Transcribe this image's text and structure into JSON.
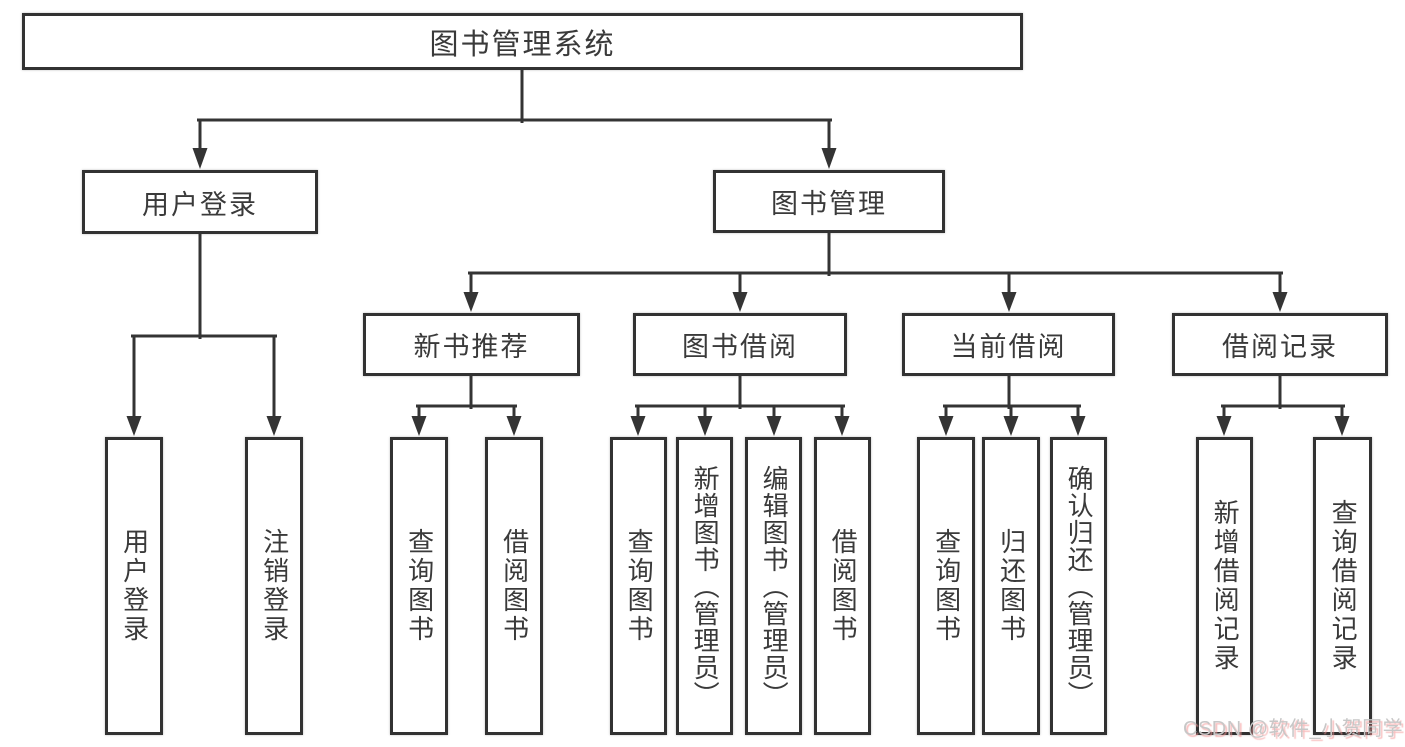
{
  "diagram": {
    "root": {
      "label": "图书管理系统",
      "children": [
        "用户登录",
        "图书管理"
      ]
    },
    "level2": [
      {
        "label": "用户登录",
        "children": [
          "用户登录",
          "注销登录"
        ]
      },
      {
        "label": "图书管理",
        "children": [
          "新书推荐",
          "图书借阅",
          "当前借阅",
          "借阅记录"
        ]
      }
    ],
    "level3": [
      {
        "label": "新书推荐",
        "parent": "图书管理",
        "children": [
          "查询图书",
          "借阅图书"
        ]
      },
      {
        "label": "图书借阅",
        "parent": "图书管理",
        "children": [
          "查询图书",
          "新增图书（管理员）",
          "编辑图书（管理员）",
          "借阅图书"
        ]
      },
      {
        "label": "当前借阅",
        "parent": "图书管理",
        "children": [
          "查询图书",
          "归还图书",
          "确认归还（管理员）"
        ]
      },
      {
        "label": "借阅记录",
        "parent": "图书管理",
        "children": [
          "新增借阅记录",
          "查询借阅记录"
        ]
      }
    ],
    "leaves": [
      {
        "label": "用户登录",
        "parent": "用户登录"
      },
      {
        "label": "注销登录",
        "parent": "用户登录"
      },
      {
        "label": "查询图书",
        "parent": "新书推荐"
      },
      {
        "label": "借阅图书",
        "parent": "新书推荐"
      },
      {
        "label": "查询图书",
        "parent": "图书借阅"
      },
      {
        "label": "新增图书（管理员）",
        "parent": "图书借阅"
      },
      {
        "label": "编辑图书（管理员）",
        "parent": "图书借阅"
      },
      {
        "label": "借阅图书",
        "parent": "图书借阅"
      },
      {
        "label": "查询图书",
        "parent": "当前借阅"
      },
      {
        "label": "归还图书",
        "parent": "当前借阅"
      },
      {
        "label": "确认归还（管理员）",
        "parent": "当前借阅"
      },
      {
        "label": "新增借阅记录",
        "parent": "借阅记录"
      },
      {
        "label": "查询借阅记录",
        "parent": "借阅记录"
      }
    ]
  },
  "watermark": {
    "text": "CSDN @软件_小贺同学"
  },
  "colors": {
    "line": "#343434",
    "box_border": "#323232",
    "text": "#3a3a3a",
    "background": "#ffffff",
    "watermark_text": "#c7c7c7",
    "watermark_shadow": "#f49696"
  }
}
